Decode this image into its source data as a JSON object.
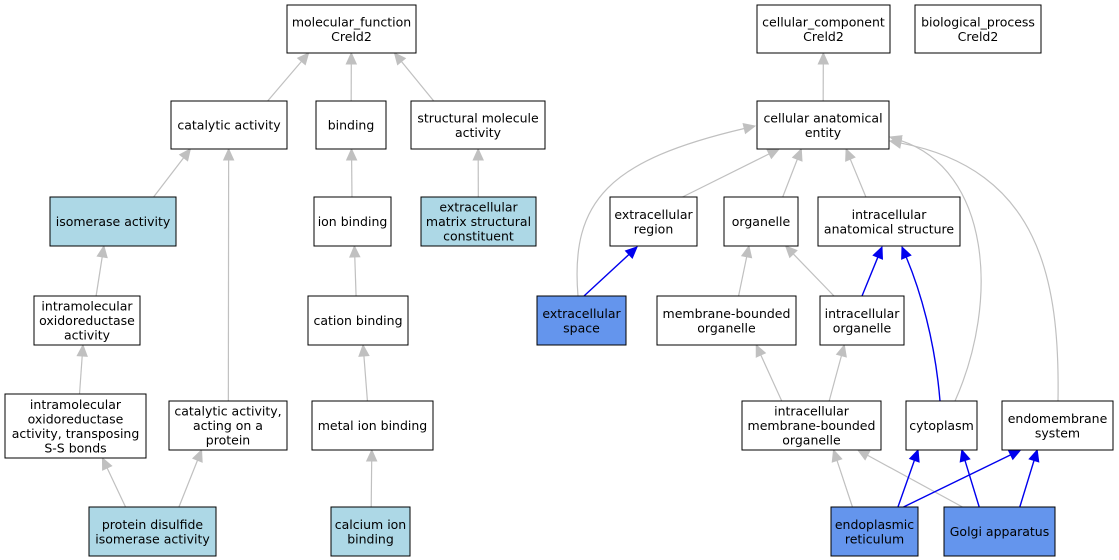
{
  "colors": {
    "default": "#ffffff",
    "light": "#add8e6",
    "strong": "#6495ed",
    "edge_gray": "#c0c0c0",
    "edge_blue": "#0000ee"
  },
  "nodes": {
    "mf_root": {
      "lines": [
        "molecular_function",
        "Creld2"
      ],
      "fill": "default"
    },
    "cc_root": {
      "lines": [
        "cellular_component",
        "Creld2"
      ],
      "fill": "default"
    },
    "bp_root": {
      "lines": [
        "biological_process",
        "Creld2"
      ],
      "fill": "default"
    },
    "catalytic": {
      "lines": [
        "catalytic activity"
      ],
      "fill": "default"
    },
    "binding": {
      "lines": [
        "binding"
      ],
      "fill": "default"
    },
    "structural": {
      "lines": [
        "structural molecule",
        "activity"
      ],
      "fill": "default"
    },
    "cae": {
      "lines": [
        "cellular anatomical",
        "entity"
      ],
      "fill": "default"
    },
    "isomerase": {
      "lines": [
        "isomerase activity"
      ],
      "fill": "light"
    },
    "ionbind": {
      "lines": [
        "ion binding"
      ],
      "fill": "default"
    },
    "ecm": {
      "lines": [
        "extracellular",
        "matrix structural",
        "constituent"
      ],
      "fill": "light"
    },
    "ecregion": {
      "lines": [
        "extracellular",
        "region"
      ],
      "fill": "default"
    },
    "organelle": {
      "lines": [
        "organelle"
      ],
      "fill": "default"
    },
    "ias": {
      "lines": [
        "intracellular",
        "anatomical structure"
      ],
      "fill": "default"
    },
    "intramol": {
      "lines": [
        "intramolecular",
        "oxidoreductase",
        "activity"
      ],
      "fill": "default"
    },
    "cation": {
      "lines": [
        "cation binding"
      ],
      "fill": "default"
    },
    "ecspace": {
      "lines": [
        "extracellular",
        "space"
      ],
      "fill": "strong"
    },
    "mbo": {
      "lines": [
        "membrane-bounded",
        "organelle"
      ],
      "fill": "default"
    },
    "io": {
      "lines": [
        "intracellular",
        "organelle"
      ],
      "fill": "default"
    },
    "intramol2": {
      "lines": [
        "intramolecular",
        "oxidoreductase",
        "activity, transposing",
        "S-S bonds"
      ],
      "fill": "default"
    },
    "catprot": {
      "lines": [
        "catalytic activity,",
        "acting on a",
        "protein"
      ],
      "fill": "default"
    },
    "metal": {
      "lines": [
        "metal ion binding"
      ],
      "fill": "default"
    },
    "imbo": {
      "lines": [
        "intracellular",
        "membrane-bounded",
        "organelle"
      ],
      "fill": "default"
    },
    "cytoplasm": {
      "lines": [
        "cytoplasm"
      ],
      "fill": "default"
    },
    "endomem": {
      "lines": [
        "endomembrane",
        "system"
      ],
      "fill": "default"
    },
    "pdi": {
      "lines": [
        "protein disulfide",
        "isomerase activity"
      ],
      "fill": "light"
    },
    "calcium": {
      "lines": [
        "calcium ion",
        "binding"
      ],
      "fill": "light"
    },
    "er": {
      "lines": [
        "endoplasmic",
        "reticulum"
      ],
      "fill": "strong"
    },
    "golgi": {
      "lines": [
        "Golgi apparatus"
      ],
      "fill": "strong"
    }
  },
  "edges": [
    {
      "from": "catalytic",
      "to": "mf_root",
      "color": "edge_gray"
    },
    {
      "from": "binding",
      "to": "mf_root",
      "color": "edge_gray"
    },
    {
      "from": "structural",
      "to": "mf_root",
      "color": "edge_gray"
    },
    {
      "from": "isomerase",
      "to": "catalytic",
      "color": "edge_gray"
    },
    {
      "from": "catprot",
      "to": "catalytic",
      "color": "edge_gray"
    },
    {
      "from": "intramol",
      "to": "isomerase",
      "color": "edge_gray"
    },
    {
      "from": "intramol2",
      "to": "intramol",
      "color": "edge_gray"
    },
    {
      "from": "pdi",
      "to": "intramol2",
      "color": "edge_gray"
    },
    {
      "from": "pdi",
      "to": "catprot",
      "color": "edge_gray"
    },
    {
      "from": "ionbind",
      "to": "binding",
      "color": "edge_gray"
    },
    {
      "from": "cation",
      "to": "ionbind",
      "color": "edge_gray"
    },
    {
      "from": "metal",
      "to": "cation",
      "color": "edge_gray"
    },
    {
      "from": "calcium",
      "to": "metal",
      "color": "edge_gray"
    },
    {
      "from": "ecm",
      "to": "structural",
      "color": "edge_gray"
    },
    {
      "from": "cae",
      "to": "cc_root",
      "color": "edge_gray"
    },
    {
      "from": "ecregion",
      "to": "cae",
      "color": "edge_gray"
    },
    {
      "from": "organelle",
      "to": "cae",
      "color": "edge_gray"
    },
    {
      "from": "ias",
      "to": "cae",
      "color": "edge_gray"
    },
    {
      "from": "ecspace",
      "to": "cae",
      "color": "edge_gray"
    },
    {
      "from": "cytoplasm",
      "to": "cae",
      "color": "edge_gray"
    },
    {
      "from": "endomem",
      "to": "cae",
      "color": "edge_gray"
    },
    {
      "from": "ecspace",
      "to": "ecregion",
      "color": "edge_blue"
    },
    {
      "from": "mbo",
      "to": "organelle",
      "color": "edge_gray"
    },
    {
      "from": "io",
      "to": "organelle",
      "color": "edge_gray"
    },
    {
      "from": "io",
      "to": "ias",
      "color": "edge_blue"
    },
    {
      "from": "cytoplasm",
      "to": "ias",
      "color": "edge_blue"
    },
    {
      "from": "imbo",
      "to": "mbo",
      "color": "edge_gray"
    },
    {
      "from": "imbo",
      "to": "io",
      "color": "edge_gray"
    },
    {
      "from": "er",
      "to": "imbo",
      "color": "edge_gray"
    },
    {
      "from": "golgi",
      "to": "imbo",
      "color": "edge_gray"
    },
    {
      "from": "er",
      "to": "cytoplasm",
      "color": "edge_blue"
    },
    {
      "from": "golgi",
      "to": "cytoplasm",
      "color": "edge_blue"
    },
    {
      "from": "er",
      "to": "endomem",
      "color": "edge_blue"
    },
    {
      "from": "golgi",
      "to": "endomem",
      "color": "edge_blue"
    }
  ]
}
